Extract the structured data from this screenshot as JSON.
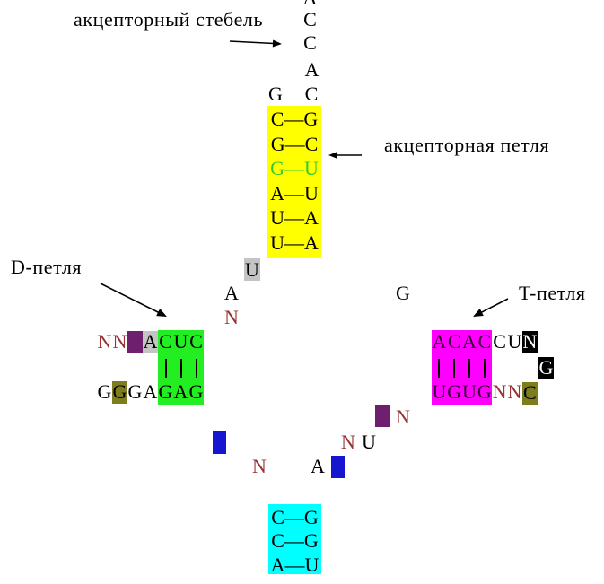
{
  "labels": {
    "acceptor_stem": "акцепторный стебель",
    "acceptor_loop": "акцепторная петля",
    "d_loop": "D-петля",
    "t_loop": "T-петля"
  },
  "colors": {
    "acceptor_stem_box": "#ffff00",
    "d_stem_box": "#22ee22",
    "t_stem_box": "#ff00ff",
    "anticodon_stem_box": "#00ffff",
    "purple_mark": "#6e1f6e",
    "olive_mark": "#7d7d1e",
    "gray_mark": "#c4c4c4",
    "blue_mark": "#1616d0",
    "black_mark": "#000000",
    "n_text": "#993333",
    "g_u_pair_text": "#33cc33"
  },
  "acceptor": {
    "tail": [
      "A",
      "C",
      "C",
      "A"
    ],
    "unpaired_left": "G",
    "unpaired_right": "C",
    "stem_pairs": [
      "C—G",
      "G—C",
      "G—U",
      "A—U",
      "U—A",
      "U—A"
    ]
  },
  "junction": {
    "boxed": "U",
    "left_upper": "A",
    "left_lower": "N",
    "right": "G"
  },
  "d_arm": {
    "top_outer": [
      "N",
      "N"
    ],
    "top_gray": "A",
    "top_stem": [
      "C",
      "U",
      "C"
    ],
    "bottom_outer": [
      "G",
      "G",
      "G",
      "A"
    ],
    "bottom_stem": [
      "G",
      "A",
      "G"
    ]
  },
  "t_arm": {
    "top_stem": [
      "A",
      "C",
      "A",
      "C"
    ],
    "top_outer": [
      "C",
      "U"
    ],
    "top_black": "N",
    "turn_black": "G",
    "bottom_stem": [
      "U",
      "G",
      "U",
      "G"
    ],
    "bottom_outer": [
      "N",
      "N"
    ],
    "bottom_olive": "C"
  },
  "variable_region": {
    "upper_n": "N",
    "middle": [
      "N",
      "U"
    ],
    "lower_left_n": "N",
    "lower_right_a": "A"
  },
  "anticodon_stem": {
    "pairs": [
      "C—G",
      "C—G",
      "A—U"
    ]
  }
}
